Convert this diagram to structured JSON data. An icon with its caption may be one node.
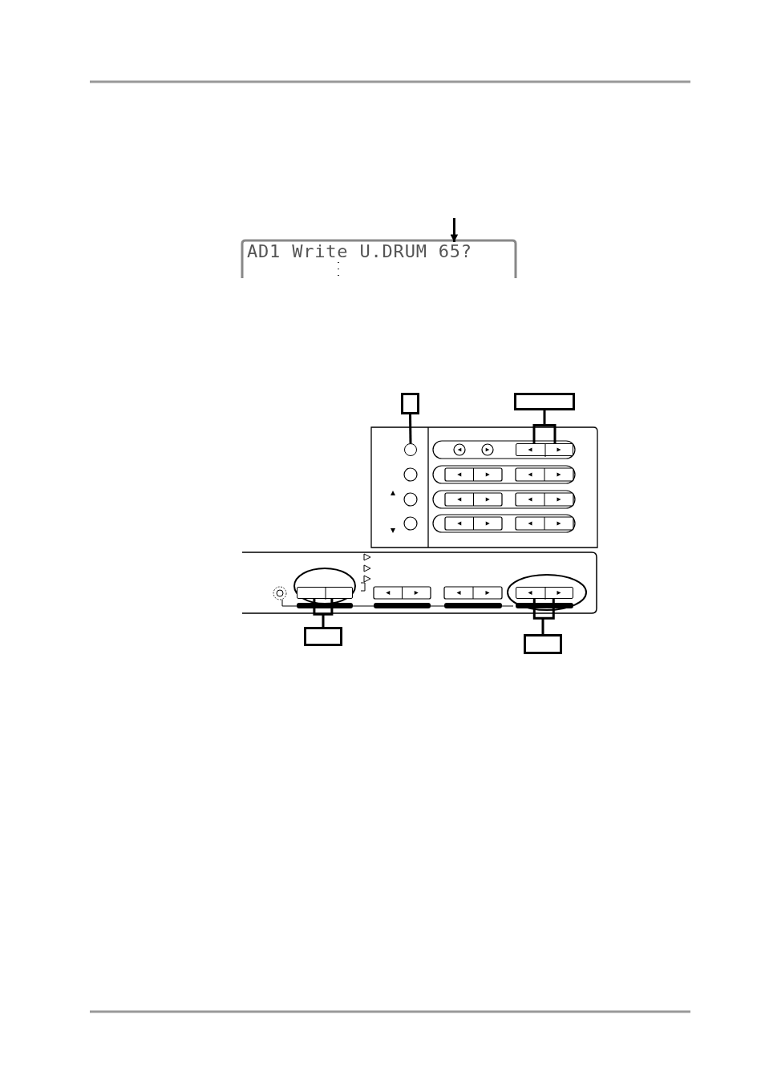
{
  "diagram": {
    "nodes": [
      {
        "text": [
          "AD1 Write U.DRUM 65?"
        ]
      },
      {
        "text": [],
        "shape": "box"
      },
      {
        "text": [],
        "shape": "box"
      },
      {
        "text": [],
        "shape": "circle"
      },
      {
        "text": [],
        "shape": "box"
      },
      {
        "text": [],
        "shape": "box"
      },
      {
        "text": [],
        "shape": "box"
      },
      {
        "text": [],
        "shape": "box"
      },
      {
        "text": [],
        "shape": "box"
      }
    ],
    "edges": [
      {
        "from": null,
        "to": 0,
        "arrow": "to"
      },
      {
        "from": 1,
        "to": 3,
        "arrow": "none"
      },
      {
        "from": 2,
        "to": 4,
        "arrow": "none"
      },
      {
        "from": 7,
        "to": 5,
        "arrow": "none"
      },
      {
        "from": 8,
        "to": 6,
        "arrow": "none"
      }
    ]
  }
}
